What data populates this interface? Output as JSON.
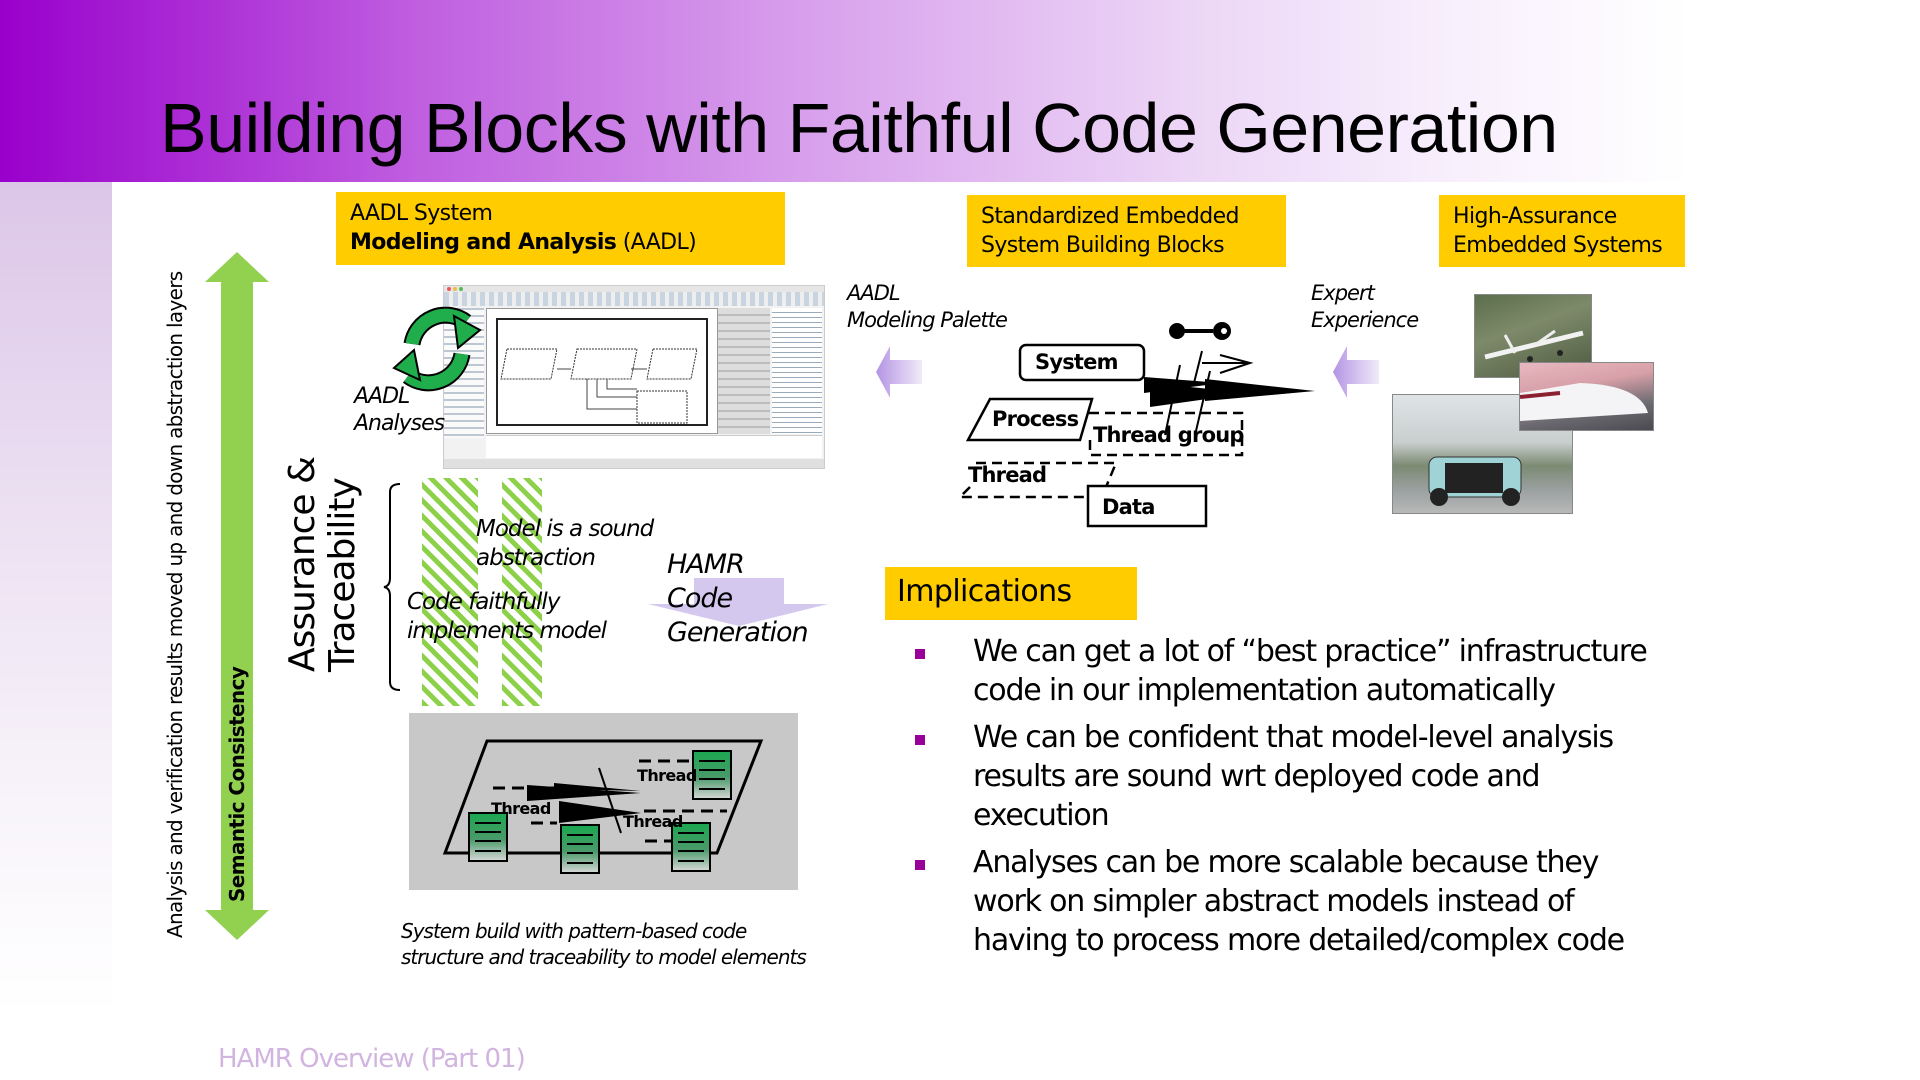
{
  "slide": {
    "title": "Building Blocks with Faithful Code Generation",
    "footer": "HAMR Overview (Part 01)"
  },
  "left_axis": {
    "outer_label": "Analysis and verification results moved up and down abstraction layers",
    "arrow_label": "Semantic Consistency",
    "assurance_line1": "Assurance &",
    "assurance_line2": "Traceability"
  },
  "aadl_box": {
    "line1": "AADL System",
    "line2_bold": "Modeling and Analysis",
    "line2_rest": " (AADL)"
  },
  "aadl_analyses": {
    "line1": "AADL",
    "line2": "Analyses"
  },
  "stripes_text": {
    "model_line1": "Model is a sound",
    "model_line2": "abstraction",
    "code_line1": "Code faithfully",
    "code_line2": "implements model"
  },
  "hamr": {
    "line1": "HAMR",
    "line2": "Code",
    "line3": "Generation"
  },
  "system_build": {
    "thread_labels": [
      "Thread",
      "Thread",
      "Thread"
    ],
    "caption_line1": "System build with pattern-based code",
    "caption_line2": "structure and traceability to model elements"
  },
  "building_blocks_box": {
    "line1": "Standardized Embedded",
    "line2": "System Building Blocks"
  },
  "palette": {
    "line1": "AADL",
    "line2": "Modeling Palette",
    "components": {
      "system": "System",
      "process": "Process",
      "thread_group": "Thread group",
      "thread": "Thread",
      "data": "Data"
    }
  },
  "expert": {
    "line1": "Expert",
    "line2": "Experience"
  },
  "high_assurance_box": {
    "line1": "High-Assurance",
    "line2": "Embedded Systems"
  },
  "photos": [
    "drone-photo",
    "high-speed-train-photo",
    "autonomous-shuttle-photo"
  ],
  "implications": {
    "heading": "Implications",
    "bullets": [
      {
        "line1": "We can get a lot of “best practice” infrastructure",
        "line2": "code in our implementation automatically"
      },
      {
        "line1": "We can be confident that model-level analysis",
        "line2": "results are sound wrt deployed code and",
        "line3": "execution"
      },
      {
        "line1": "Analyses can be more scalable because they",
        "line2": "work on simpler abstract models instead of",
        "line3": "having to process more detailed/complex code"
      }
    ]
  },
  "colors": {
    "accent_yellow": "#ffcc00",
    "header_purple": "#9900cc",
    "arrow_green": "#92d050",
    "bullet_purple": "#990099",
    "arrow_lavender": "#cbbfe8",
    "footer_text": "#d2b4e0"
  }
}
